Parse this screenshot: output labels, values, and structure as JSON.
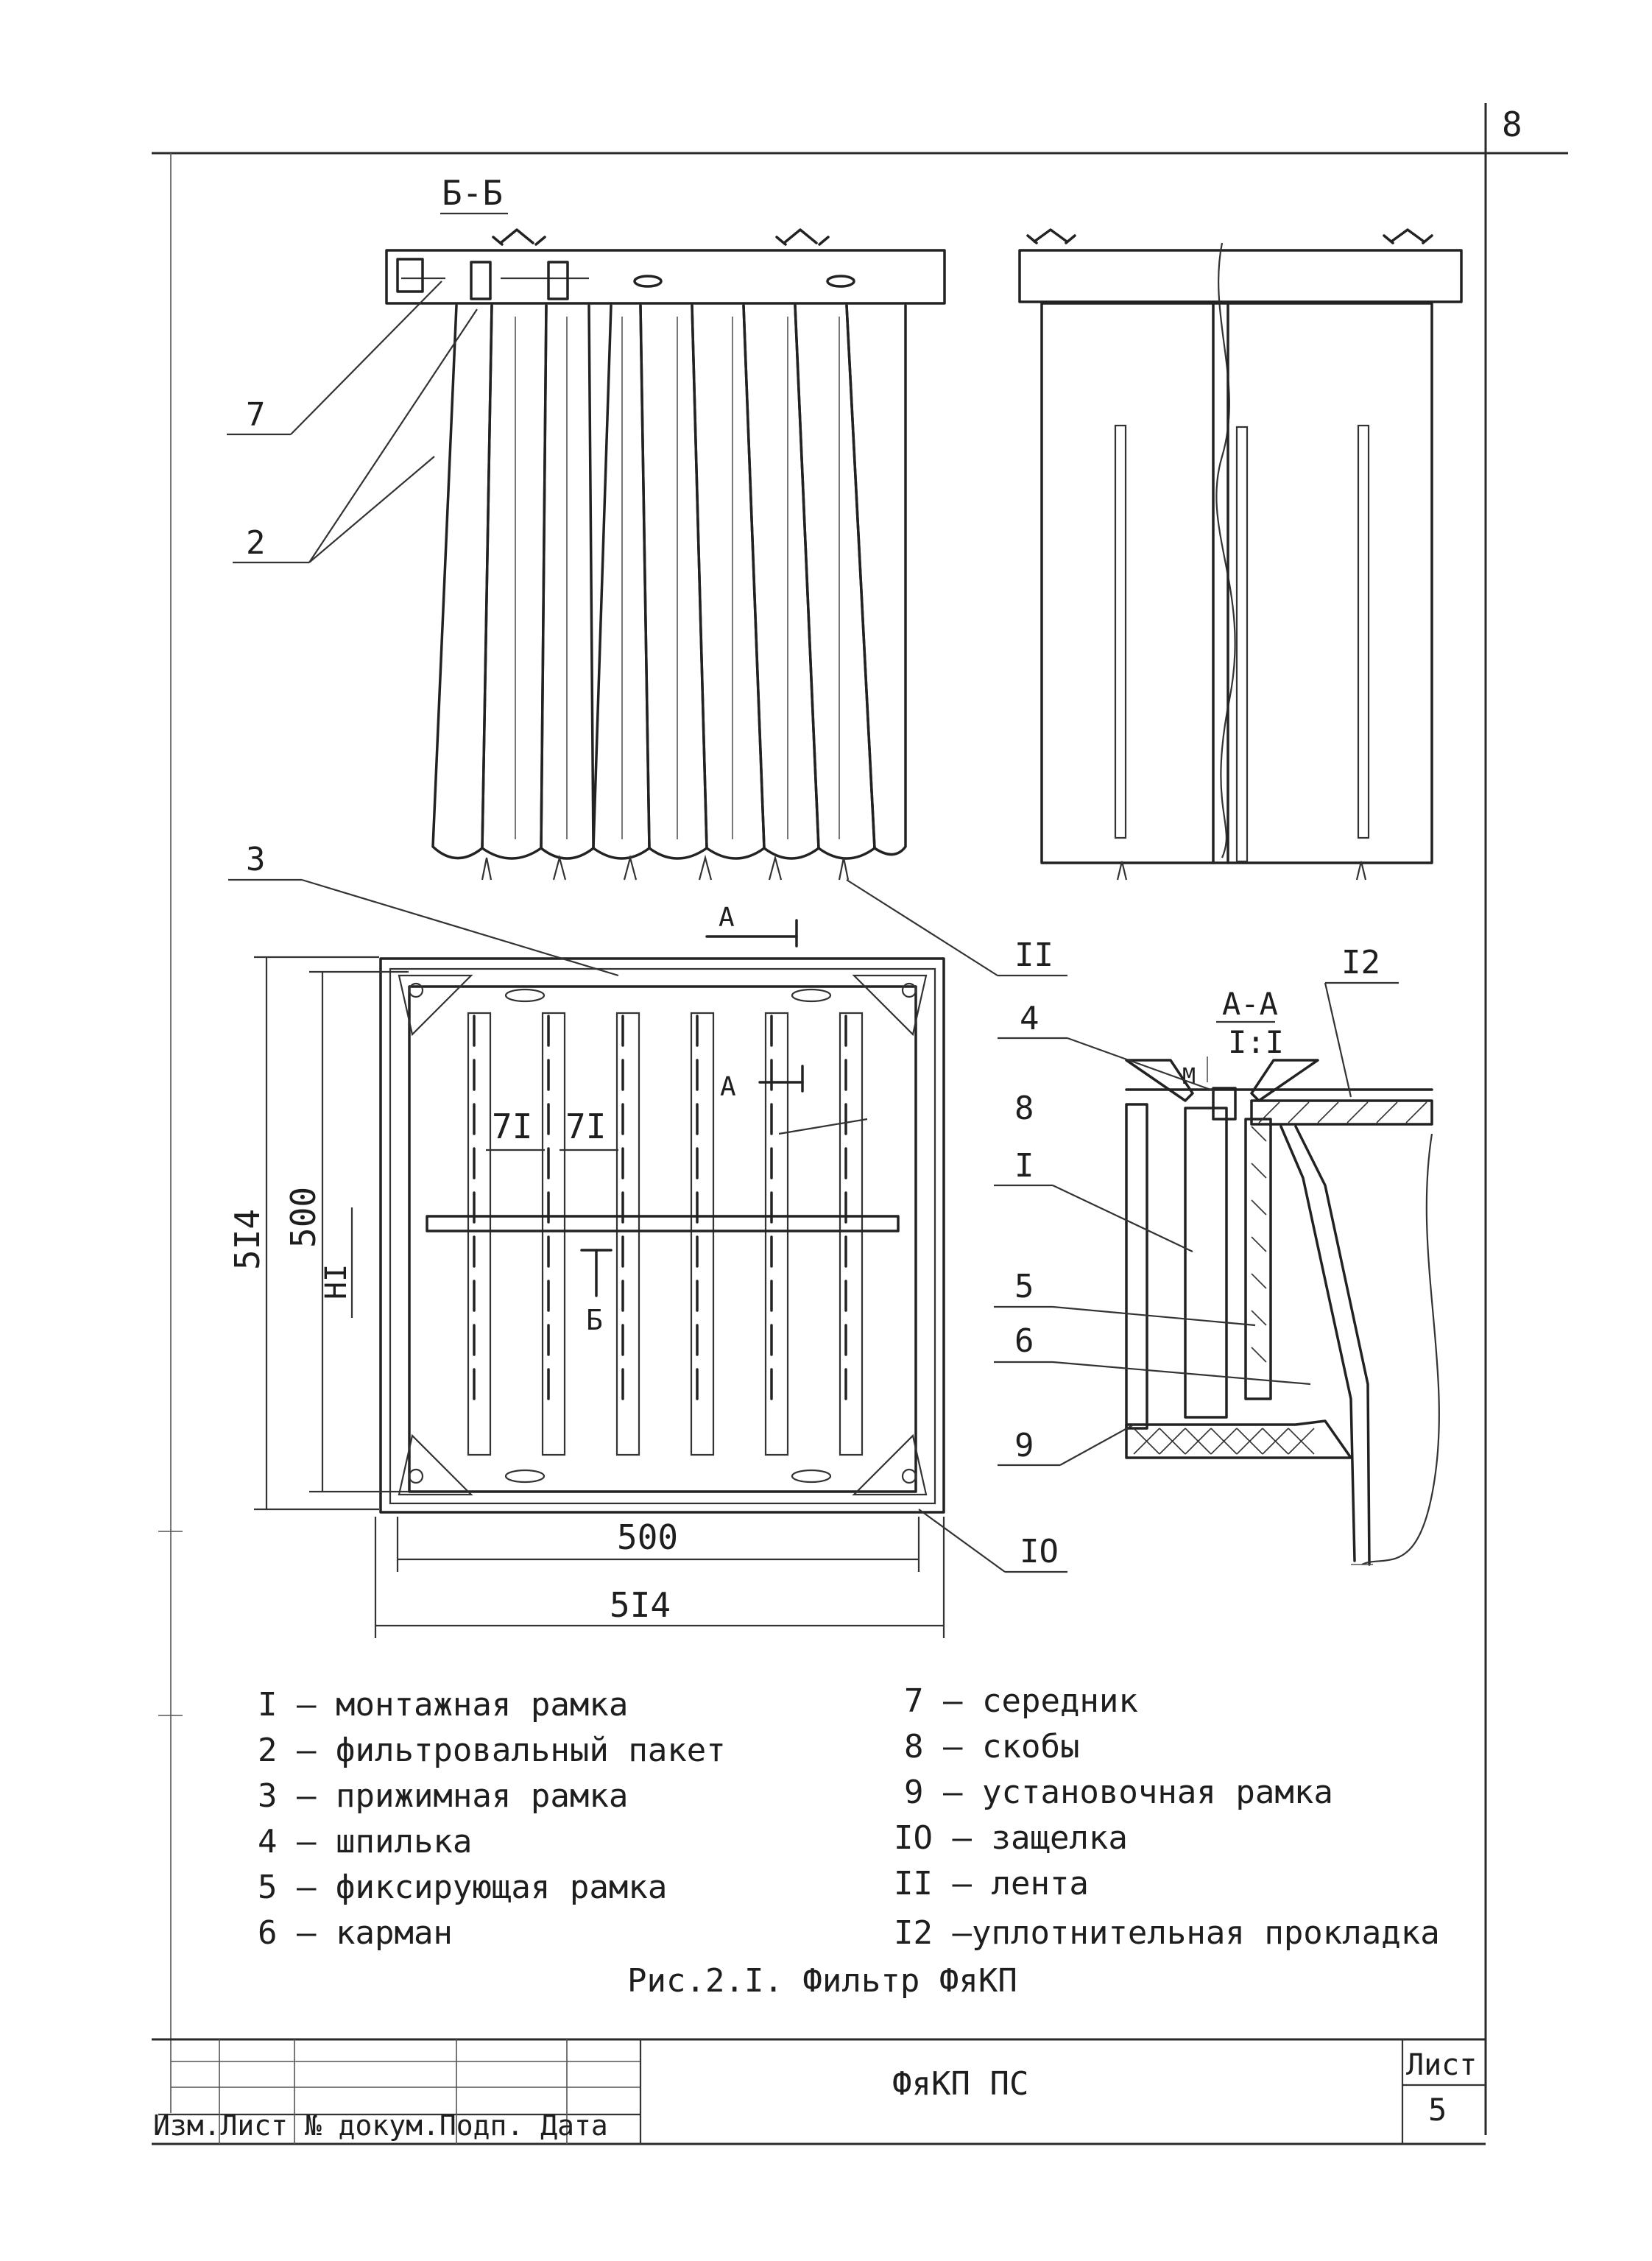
{
  "page_number": "8",
  "section_bb": "Б-Б",
  "section_aa": "А-А",
  "section_aa_scale": "I:I",
  "callouts": {
    "c1": "I",
    "c2": "2",
    "c3": "3",
    "c4": "4",
    "c5": "5",
    "c6": "6",
    "c7": "7",
    "c8": "8",
    "c9": "9",
    "c10": "IO",
    "c11": "II",
    "c12": "I2",
    "mark_a": "А",
    "mark_b": "Б",
    "mark_m": "М"
  },
  "dimensions": {
    "outer_width": "5I4",
    "inner_width": "500",
    "outer_height": "5I4",
    "inner_height": "500",
    "pitch_1": "7I",
    "pitch_2": "7I",
    "small_h": "HI"
  },
  "legend": [
    {
      "num": "I",
      "text": "монтажная рамка"
    },
    {
      "num": "2",
      "text": "фильтровальный пакет"
    },
    {
      "num": "3",
      "text": "прижимная рамка"
    },
    {
      "num": "4",
      "text": "шпилька"
    },
    {
      "num": "5",
      "text": "фиксирующая рамка"
    },
    {
      "num": "6",
      "text": "карман"
    },
    {
      "num": "7",
      "text": "середник"
    },
    {
      "num": "8",
      "text": "скобы"
    },
    {
      "num": "9",
      "text": "установочная рамка"
    },
    {
      "num": "IO",
      "text": "защелка"
    },
    {
      "num": "II",
      "text": "лента"
    },
    {
      "num": "I2",
      "text": "уплотнительная прокладка"
    }
  ],
  "caption": "Рис.2.I. Фильтр ФяКП",
  "title_block": {
    "doc_code": "ФяКП ПС",
    "sheet_label": "Лист",
    "sheet_number": "5",
    "columns_label": "Изм.Лист № докум.Подп. Дата"
  }
}
